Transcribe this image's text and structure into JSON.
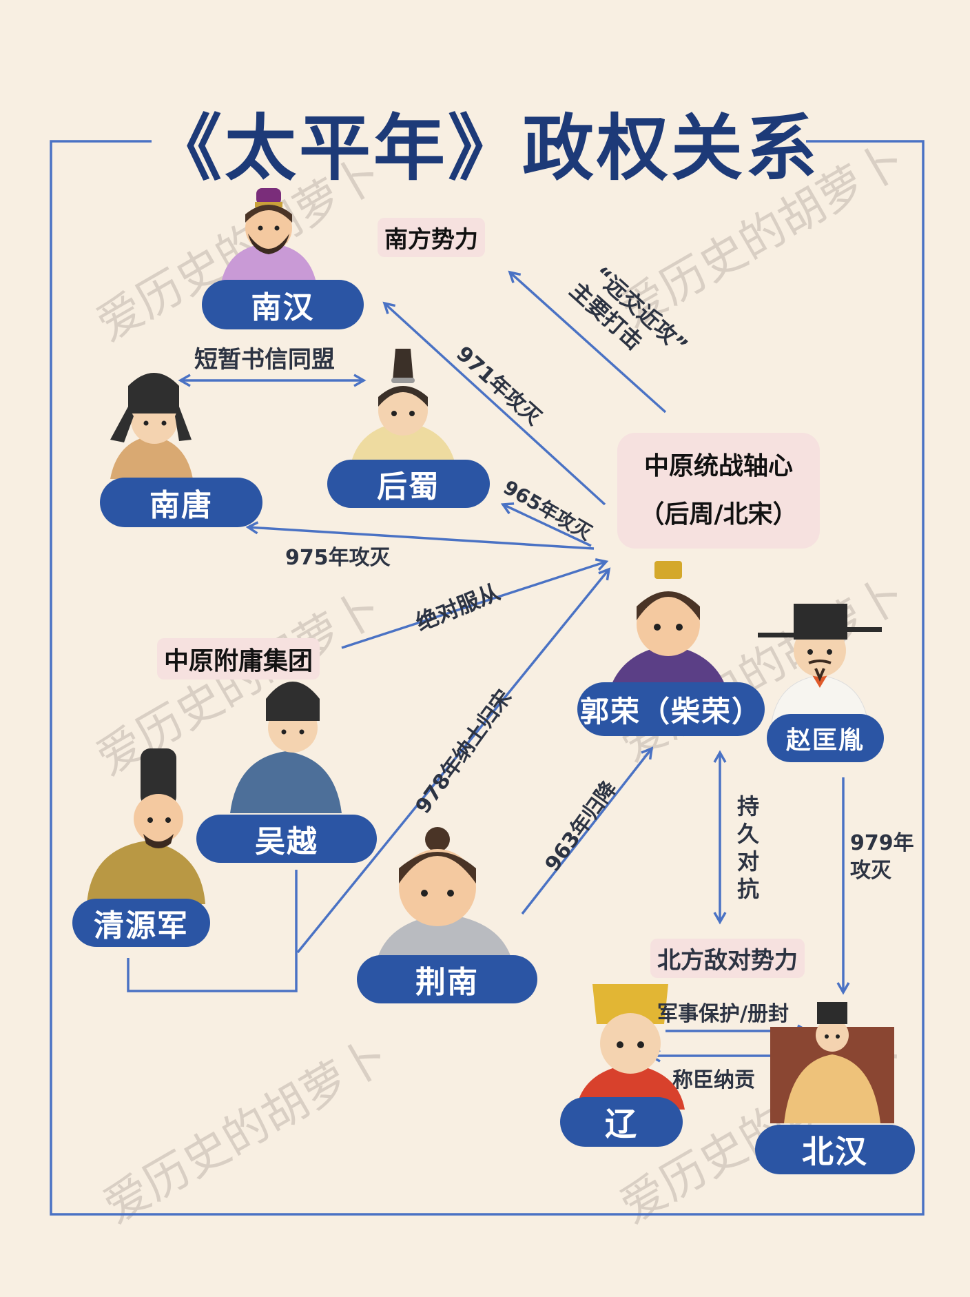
{
  "title": "《太平年》政权关系",
  "watermark": "爱历史的胡萝卜",
  "colors": {
    "background": "#f8efe2",
    "title": "#1d3a78",
    "pill": "#2b55a4",
    "arrow": "#4a72c4",
    "section_bg": "#f6e1df",
    "label_text": "#2c3342"
  },
  "sections": {
    "south": "南方势力",
    "central_axis_line1": "中原统战轴心",
    "central_axis_line2": "（后周/北宋）",
    "vassals": "中原附庸集团",
    "north": "北方敌对势力"
  },
  "nodes": {
    "nanhan": "南汉",
    "nantang": "南唐",
    "houshu": "后蜀",
    "wuyue": "吴越",
    "qingyuan": "清源军",
    "jingnan": "荆南",
    "guorong": "郭荣（柴荣）",
    "zhao": "赵匡胤",
    "liao": "辽",
    "beihan": "北汉"
  },
  "relations": {
    "nantang_houshu": "短暂书信同盟",
    "strategy_line1": "“远交近攻”",
    "strategy_line2": "主要打击",
    "nanhan_971": "971年攻灭",
    "houshu_965": "965年攻灭",
    "nantang_975": "975年攻灭",
    "vassal_obey": "绝对服从",
    "wuyue_978": "978年纳土归宋",
    "jingnan_963": "963年归降",
    "confront_chars": [
      "持",
      "久",
      "对",
      "抗"
    ],
    "beihan_979_line1": "979年",
    "beihan_979_line2": "攻灭",
    "liao_to_beihan": "军事保护/册封",
    "beihan_to_liao": "称臣纳贡"
  }
}
